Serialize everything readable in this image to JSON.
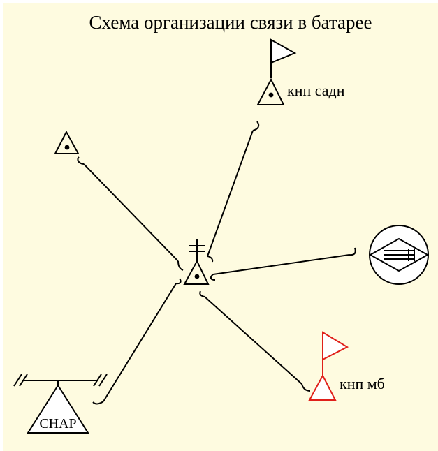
{
  "diagram": {
    "title": "Схема организации связи в батарее",
    "labels": {
      "knp_sadn": "кнп садн",
      "knp_mb": "кнп мб",
      "snar": "СНАР"
    }
  },
  "colors": {
    "background": "#fefbe0",
    "line": "#000000",
    "highlight": "#e0201a"
  },
  "icons": [
    "central-post-icon",
    "observation-post-icon",
    "flag-icon",
    "radio-station-icon",
    "cable-connector-icon"
  ]
}
